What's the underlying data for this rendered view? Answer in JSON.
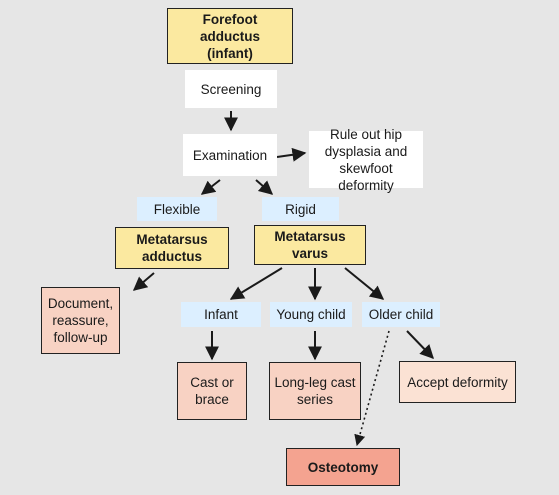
{
  "diagram": {
    "nodes": {
      "forefoot": "Forefoot adductus\n(infant)",
      "screening": "Screening",
      "examination": "Examination",
      "ruleout": "Rule out hip\ndysplasia and\nskewfoot deformity",
      "flexible": "Flexible",
      "rigid": "Rigid",
      "met_adductus": "Metatarsus\nadductus",
      "met_varus": "Metatarsus varus",
      "document": "Document,\nreassure,\nfollow-up",
      "infant": "Infant",
      "young": "Young child",
      "older": "Older child",
      "cast": "Cast or\nbrace",
      "longleg": "Long-leg cast\nseries",
      "accept": "Accept deformity",
      "osteotomy": "Osteotomy"
    },
    "edges": [
      {
        "from": "forefoot",
        "to": "screening",
        "style": "none"
      },
      {
        "from": "screening",
        "to": "examination",
        "style": "solid"
      },
      {
        "from": "examination",
        "to": "ruleout",
        "style": "solid"
      },
      {
        "from": "examination",
        "to": "flexible",
        "style": "solid"
      },
      {
        "from": "examination",
        "to": "rigid",
        "style": "solid"
      },
      {
        "from": "met_adductus",
        "to": "document",
        "style": "solid"
      },
      {
        "from": "met_varus",
        "to": "infant",
        "style": "solid"
      },
      {
        "from": "met_varus",
        "to": "young",
        "style": "solid"
      },
      {
        "from": "met_varus",
        "to": "older",
        "style": "solid"
      },
      {
        "from": "infant",
        "to": "cast",
        "style": "solid"
      },
      {
        "from": "young",
        "to": "longleg",
        "style": "solid"
      },
      {
        "from": "older",
        "to": "accept",
        "style": "solid"
      },
      {
        "from": "older",
        "to": "osteotomy",
        "style": "dotted"
      }
    ],
    "colors": {
      "background": "#e6e6e6",
      "primary": "#fbe9a0",
      "branch": "#dcefff",
      "outcome": "#f8d2c3",
      "outcome_light": "#fbe2d4",
      "surgery": "#f4a390",
      "arrow": "#1a1a1a"
    }
  }
}
